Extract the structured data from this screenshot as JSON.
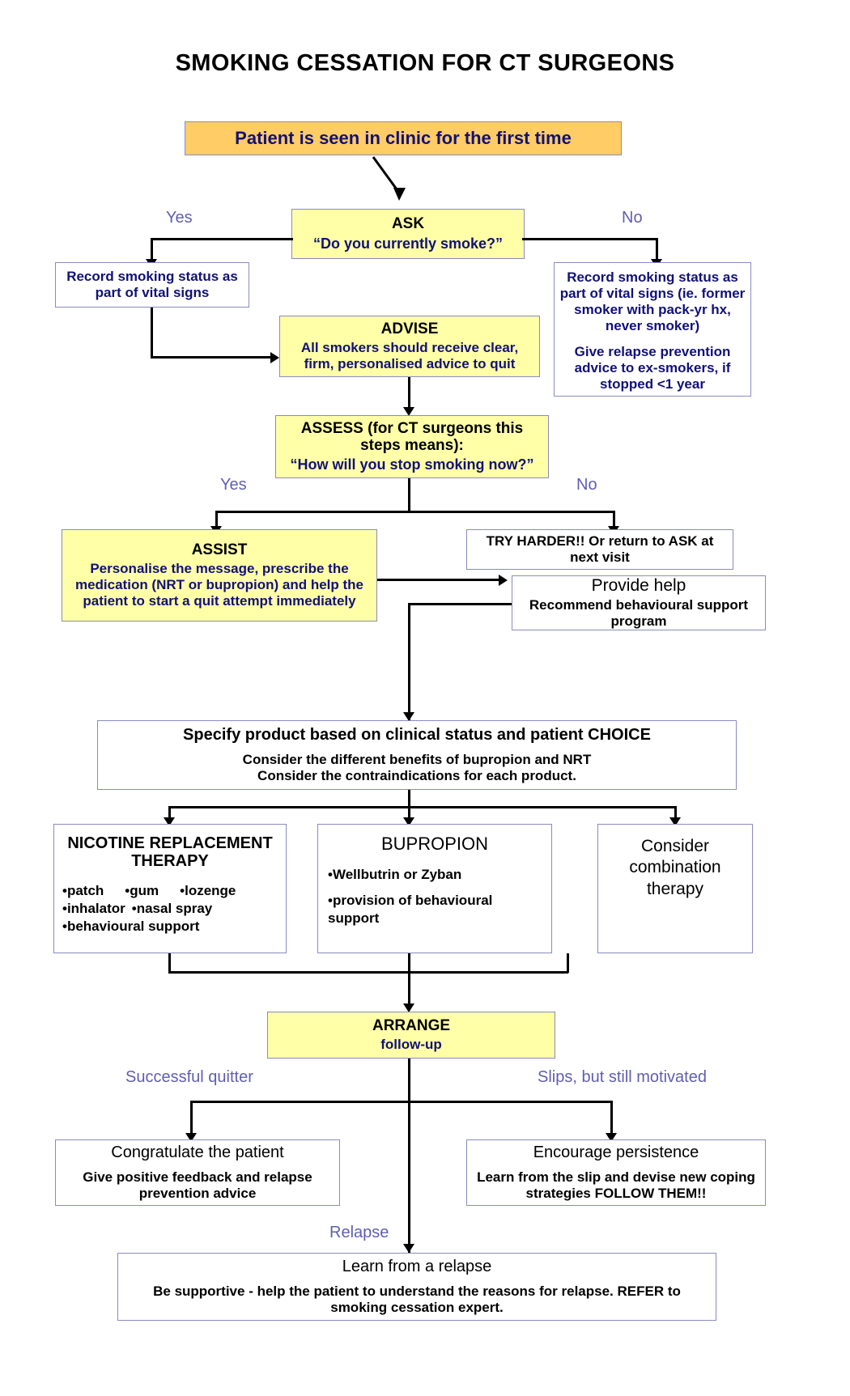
{
  "title": "SMOKING CESSATION FOR CT SURGEONS",
  "colors": {
    "orange_box": "#ffcc66",
    "yellow_box": "#ffffa8",
    "white_box": "#ffffff",
    "box_border": "#8a8ac4",
    "navy_text": "#111177",
    "branch_label": "#5f5fb0",
    "connector": "#000000"
  },
  "nodes": {
    "start": {
      "text": "Patient is seen in clinic for the first time"
    },
    "ask": {
      "header": "ASK",
      "body": "“Do you currently smoke?”"
    },
    "record_yes": {
      "body": "Record smoking status as part of vital signs"
    },
    "record_no": {
      "body1": "Record smoking status as part of vital signs (ie. former smoker with pack-yr hx, never smoker)",
      "body2": "Give relapse prevention advice to ex-smokers,  if stopped <1 year"
    },
    "advise": {
      "header": "ADVISE",
      "body": "All smokers should receive clear, firm, personalised advice to quit"
    },
    "assess": {
      "header": "ASSESS (for CT surgeons this steps means):",
      "body": "“How will you stop smoking now?”"
    },
    "assist": {
      "header": "ASSIST",
      "body": "Personalise the message, prescribe the medication (NRT or bupropion) and help the patient to start a quit attempt immediately"
    },
    "try_harder": {
      "body": "TRY HARDER!! Or return to ASK at next visit"
    },
    "provide_help": {
      "header": "Provide help",
      "body": "Recommend behavioural support program"
    },
    "specify_product": {
      "header": "Specify product based on clinical status and patient CHOICE",
      "body1": "Consider the different benefits of bupropion and NRT",
      "body2": "Consider the contraindications for each product."
    },
    "nrt": {
      "header": "NICOTINE REPLACEMENT THERAPY",
      "bullets_row1": [
        "•patch",
        "•gum",
        "•lozenge"
      ],
      "bullets_row2": [
        "•inhalator",
        "•nasal spray"
      ],
      "bullets_row3": [
        "•behavioural  support"
      ]
    },
    "bupropion": {
      "header": "BUPROPION",
      "bullet1": "•Wellbutrin or Zyban",
      "bullet2": "•provision of behavioural support"
    },
    "combination": {
      "header": "Consider combination therapy"
    },
    "arrange": {
      "header": "ARRANGE",
      "body": "follow-up"
    },
    "congratulate": {
      "header": "Congratulate the patient",
      "body": "Give positive feedback and relapse prevention advice"
    },
    "encourage": {
      "header": "Encourage persistence",
      "body": "Learn from the slip and devise new coping strategies FOLLOW THEM!!"
    },
    "learn_relapse": {
      "header": "Learn from a relapse",
      "body": "Be supportive - help the patient to understand the reasons for relapse. REFER to smoking cessation expert."
    }
  },
  "branch_labels": {
    "ask_yes": "Yes",
    "ask_no": "No",
    "assess_yes": "Yes",
    "assess_no": "No",
    "arrange_left": "Successful quitter",
    "arrange_right": "Slips, but still motivated",
    "relapse": "Relapse"
  }
}
